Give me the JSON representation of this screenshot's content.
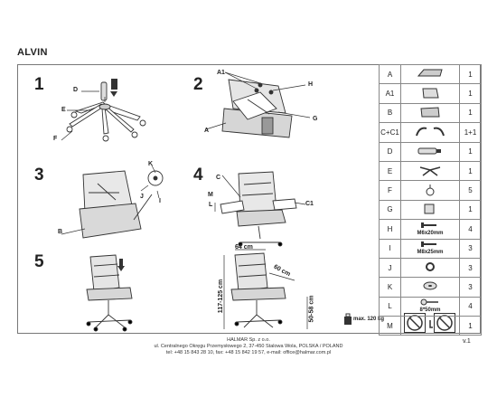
{
  "product_name": "ALVIN",
  "steps": [
    "1",
    "2",
    "3",
    "4",
    "5"
  ],
  "labels": {
    "s1_d": "D",
    "s1_e": "E",
    "s1_f": "F",
    "s2_a1": "A1",
    "s2_h": "H",
    "s2_g": "G",
    "s2_a": "A",
    "s3_k": "K",
    "s3_j": "J",
    "s3_i": "I",
    "s3_b": "B",
    "s4_c": "C",
    "s4_m": "M",
    "s4_l": "L",
    "s4_c1": "C1"
  },
  "dimensions": {
    "width": "64 cm",
    "depth": "60 cm",
    "height": "117-125 cm",
    "seat_height": "50-58 cm"
  },
  "max_weight": "max. 120 kg",
  "parts": [
    {
      "code": "A",
      "qty": "1",
      "note": ""
    },
    {
      "code": "A1",
      "qty": "1",
      "note": ""
    },
    {
      "code": "B",
      "qty": "1",
      "note": ""
    },
    {
      "code": "C+C1",
      "qty": "1+1",
      "note": ""
    },
    {
      "code": "D",
      "qty": "1",
      "note": ""
    },
    {
      "code": "E",
      "qty": "1",
      "note": ""
    },
    {
      "code": "F",
      "qty": "5",
      "note": ""
    },
    {
      "code": "G",
      "qty": "1",
      "note": ""
    },
    {
      "code": "H",
      "qty": "4",
      "note": "M6x20mm"
    },
    {
      "code": "I",
      "qty": "3",
      "note": "M8x25mm"
    },
    {
      "code": "J",
      "qty": "3",
      "note": ""
    },
    {
      "code": "K",
      "qty": "3",
      "note": ""
    },
    {
      "code": "L",
      "qty": "4",
      "note": "8*50mm"
    },
    {
      "code": "M",
      "qty": "1",
      "note": ""
    }
  ],
  "footer": {
    "company": "HALMAR Sp. z o.o.",
    "address": "ul. Centralnego Okręgu Przemysłowego 2, 37-450 Stalowa Wola, POLSKA / POLAND",
    "contact": "tel: +48 15 843 28 10, fax: +48 15 842 19 57, e-mail: office@halmar.com.pl"
  },
  "version": "v.1",
  "colors": {
    "line": "#333333",
    "shade": "#bdbdbd",
    "frame": "#777777"
  }
}
